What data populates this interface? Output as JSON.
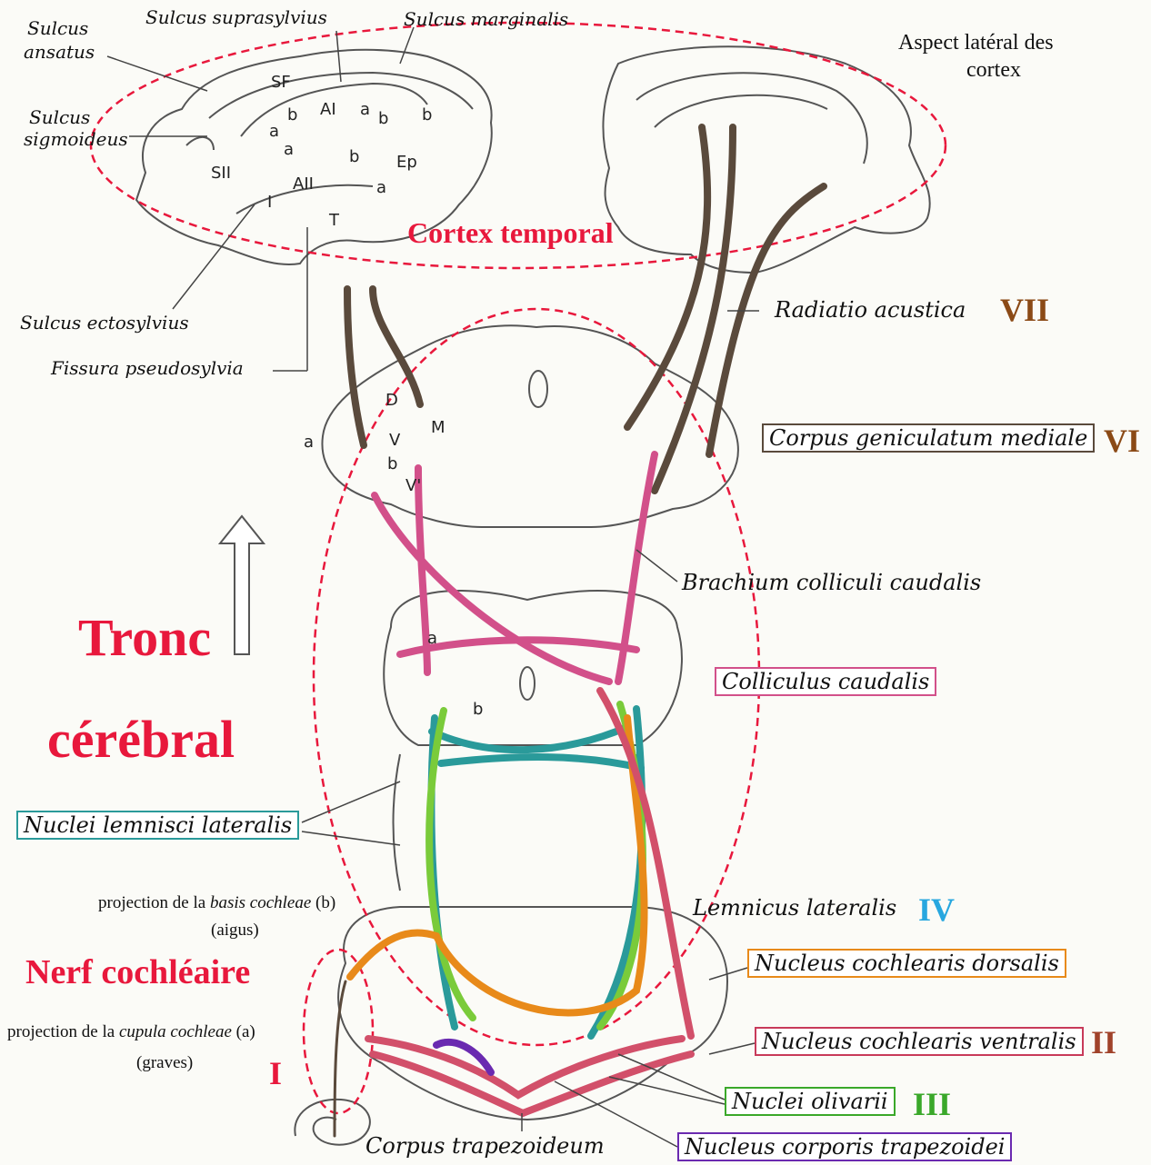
{
  "title": {
    "line1": "Aspect latéral des",
    "line2": "cortex"
  },
  "regions": {
    "cortex": "Cortex temporal",
    "tronc_line1": "Tronc",
    "tronc_line2": "cérébral",
    "nerf": "Nerf cochléaire"
  },
  "cortex_labels": {
    "sulcus_ansatus_1": "Sulcus",
    "sulcus_ansatus_2": "ansatus",
    "sulcus_suprasylvius": "Sulcus suprasylvius",
    "sulcus_marginalis": "Sulcus marginalis",
    "sulcus_sigmoideus_1": "Sulcus",
    "sulcus_sigmoideus_2": "sigmoideus",
    "sulcus_ectosylvius": "Sulcus ectosylvius",
    "fissura_pseudosylvia": "Fissura pseudosylvia"
  },
  "area_labels": {
    "sf": "SF",
    "ai": "AI",
    "aii": "AII",
    "sii": "SII",
    "ep": "Ep",
    "i": "I",
    "t": "T",
    "a": "a",
    "b": "b",
    "d": "D",
    "m": "M",
    "v": "V",
    "vp": "V'"
  },
  "structures": {
    "radiatio": "Radiatio acustica",
    "geniculatum": "Corpus geniculatum mediale",
    "brachium": "Brachium colliculi caudalis",
    "colliculus": "Colliculus caudalis",
    "lemnisci": "Nuclei lemnisci lateralis",
    "lemnicus": "Lemnicus lateralis",
    "dorsalis": "Nucleus cochlearis dorsalis",
    "ventralis": "Nucleus cochlearis ventralis",
    "olivarii": "Nuclei olivarii",
    "corporis": "Nucleus corporis trapezoidei",
    "trapezoideum": "Corpus trapezoideum"
  },
  "projections": {
    "basis_pre": "projection de la ",
    "basis_it": "basis cochleae",
    "basis_post": " (b)",
    "aigus": "(aigus)",
    "cupula_pre": "projection de la ",
    "cupula_it": "cupula cochleae",
    "cupula_post": " (a)",
    "graves": "(graves)"
  },
  "levels": {
    "i": "I",
    "ii": "II",
    "iii": "III",
    "iv": "IV",
    "vi": "VI",
    "vii": "VII"
  },
  "colors": {
    "red_region": "#e8183c",
    "brown_numeral": "#8b4a16",
    "blue_numeral": "#27a7df",
    "green_numeral": "#3aa82a",
    "pathway_brown": "#5a4a3c",
    "pathway_pink": "#d2508a",
    "pathway_teal": "#2a9a9a",
    "pathway_green": "#7acb3a",
    "pathway_orange": "#e88a1a",
    "pathway_red": "#d2506a",
    "pathway_purple": "#6a2ab0"
  }
}
